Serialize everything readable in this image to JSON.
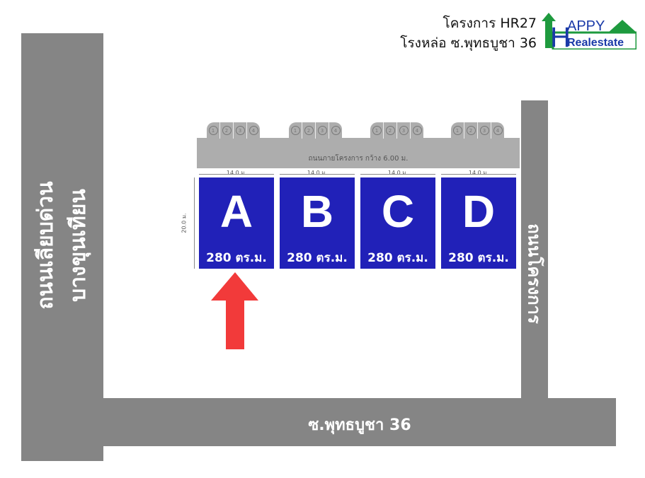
{
  "header": {
    "project": "โครงการ HR27",
    "location": "โรงหล่อ ซ.พุทธบูชา 36"
  },
  "logo": {
    "text_top": "APPY",
    "letter": "H",
    "text_bottom": "Realestate",
    "colors": {
      "green": "#1e9a3e",
      "blue": "#1a3aa8"
    }
  },
  "roads": {
    "left": [
      "ถนนเลียบด่วน",
      "บางขุนเทียน"
    ],
    "right": "ถนนโครงการ",
    "bottom": "ซ.พุทธบูชา 36",
    "internal": "ถนนภายโครงการ กว้าง 6.00 ม."
  },
  "parking": {
    "spots": [
      "1",
      "2",
      "3",
      "4"
    ]
  },
  "dimensions": {
    "width": "14.0 ม.",
    "depth": "20.0 ม."
  },
  "lots": [
    {
      "letter": "A",
      "area": "280 ตร.ม."
    },
    {
      "letter": "B",
      "area": "280 ตร.ม."
    },
    {
      "letter": "C",
      "area": "280 ตร.ม."
    },
    {
      "letter": "D",
      "area": "280 ตร.ม."
    }
  ],
  "colors": {
    "road": "#858585",
    "lot": "#2121b8",
    "arrow": "#f23a3a"
  }
}
